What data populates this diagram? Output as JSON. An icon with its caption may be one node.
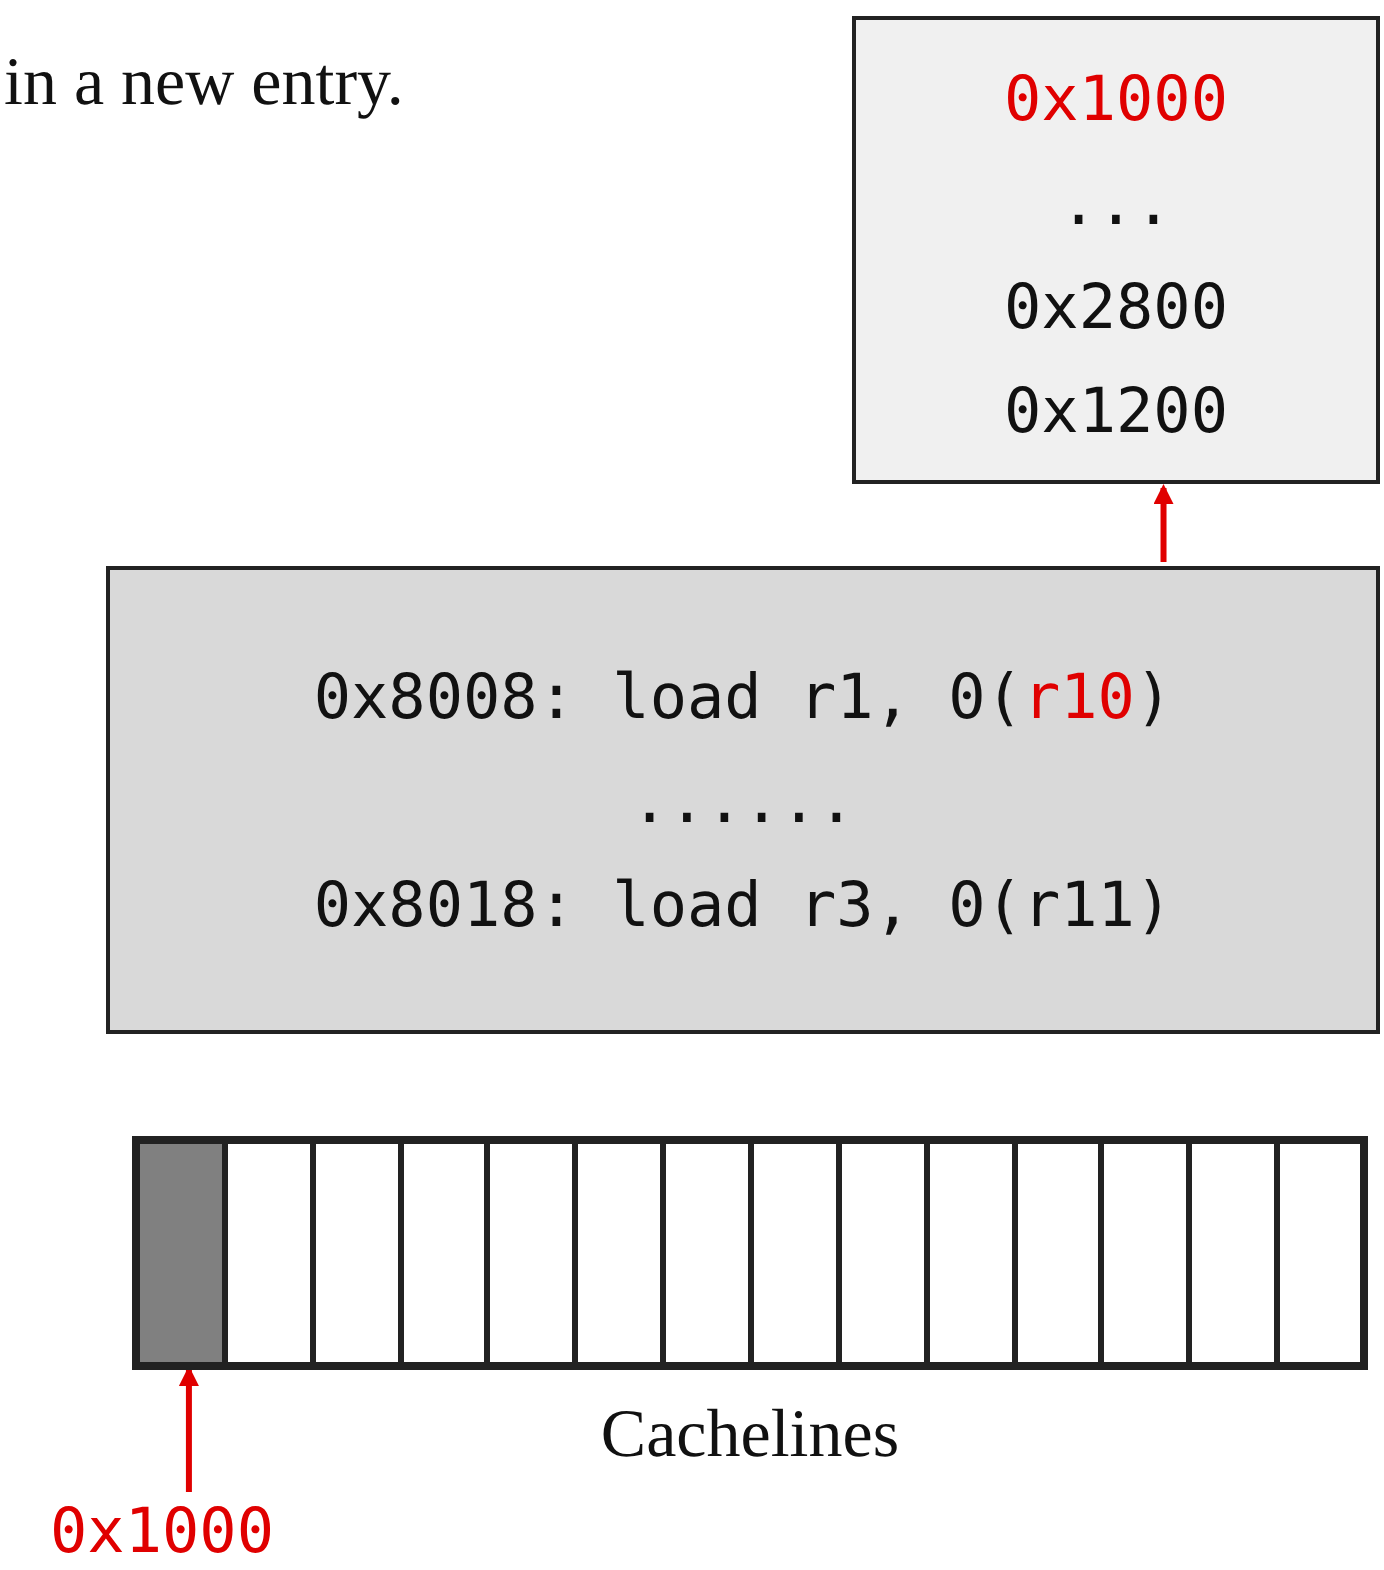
{
  "diagram": {
    "nodes": [
      {
        "text": [
          "0x1000",
          "...",
          "0x2800",
          "0x1200"
        ]
      },
      {
        "text": [
          "0x8008: load r1, 0(**r10**)",
          "......",
          "0x8018: load r3, 0(r11)"
        ]
      },
      {
        "text": [],
        "shape": "bar",
        "beside": [
          "Cachelines"
        ]
      },
      {
        "text": [],
        "shape": "box",
        "in": 2
      },
      {
        "text": [],
        "shape": "box",
        "in": 2
      },
      {
        "text": [],
        "shape": "box",
        "in": 2
      },
      {
        "text": [],
        "shape": "box",
        "in": 2
      },
      {
        "text": [],
        "shape": "box",
        "in": 2
      },
      {
        "text": [],
        "shape": "box",
        "in": 2
      },
      {
        "text": [],
        "shape": "box",
        "in": 2
      },
      {
        "text": [],
        "shape": "box",
        "in": 2
      },
      {
        "text": [],
        "shape": "box",
        "in": 2
      },
      {
        "text": [],
        "shape": "box",
        "in": 2
      },
      {
        "text": [],
        "shape": "box",
        "in": 2
      },
      {
        "text": [],
        "shape": "box",
        "in": 2
      },
      {
        "text": [],
        "shape": "box",
        "in": 2
      },
      {
        "text": [],
        "shape": "box",
        "in": 2
      },
      {
        "text": [
          "0x1000"
        ]
      }
    ],
    "edges": [
      {
        "from": 1,
        "to": 0,
        "arrow": "to"
      },
      {
        "from": 17,
        "to": 3,
        "arrow": "to"
      }
    ],
    "labels": [
      "in a new entry."
    ]
  }
}
